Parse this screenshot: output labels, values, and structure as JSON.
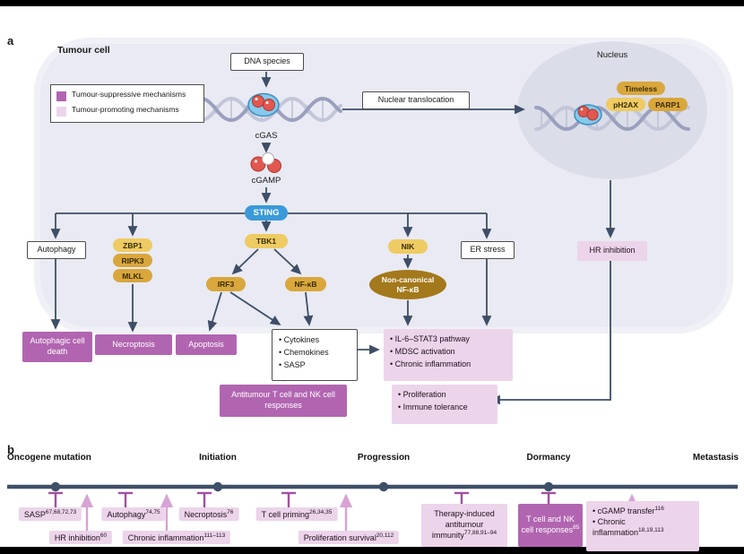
{
  "colors": {
    "tumour_suppressive_purple": "#b165b0",
    "tumour_promoting_pink": "#ecd4ea",
    "sting_blue": "#3a9ad9",
    "kinase_gold_light": "#eecb63",
    "kinase_gold_dark": "#d9a73c",
    "noncanonical_gold_deep": "#a3791b",
    "arrow_slate": "#3d4e66",
    "inhibit_connector_purple": "#a24fa2",
    "promote_connector_pink": "#d9a2d5"
  },
  "panel_a": {
    "panel_label": "a",
    "cell_title": "Tumour cell",
    "legend": {
      "suppressive_label": "Tumour-suppressive mechanisms",
      "promoting_label": "Tumour-promoting mechanisms"
    },
    "nodes": {
      "dna_species": "DNA species",
      "cgas": "cGAS",
      "nuclear_translocation": "Nuclear translocation",
      "nucleus": "Nucleus",
      "timeless": "Timeless",
      "ph2ax": "pH2AX",
      "parp1": "PARP1",
      "cgamp": "cGAMP",
      "sting": "STING",
      "autophagy": "Autophagy",
      "zbp1": "ZBP1",
      "ripk3": "RIPK3",
      "mlkl": "MLKL",
      "tbk1": "TBK1",
      "irf3": "IRF3",
      "nfkb": "NF-κB",
      "nik": "NIK",
      "noncanonical_nfkb_line1": "Non-canonical",
      "noncanonical_nfkb_line2": "NF-κB",
      "er_stress": "ER stress",
      "hr_inhibition": "HR inhibition"
    },
    "outcomes": {
      "autophagic_cell_death": "Autophagic cell death",
      "necroptosis": "Necroptosis",
      "apoptosis": "Apoptosis",
      "secreted_factors": [
        "• Cytokines",
        "• Chemokines",
        "• SASP"
      ],
      "antitumour_responses": "Antitumour T cell and NK cell responses",
      "protumour_signalling": [
        "• IL-6–STAT3 pathway",
        "• MDSC activation",
        "• Chronic inflammation"
      ],
      "protumour_outcomes": [
        "• Proliferation",
        "• Immune tolerance"
      ]
    }
  },
  "panel_b": {
    "panel_label": "b",
    "stages": [
      "Oncogene mutation",
      "Initiation",
      "Progression",
      "Dormancy",
      "Metastasis"
    ],
    "events": {
      "sasp": {
        "label": "SASP",
        "refs": "67,68,72,73"
      },
      "hr_inhibition": {
        "label": "HR inhibition",
        "refs": "60"
      },
      "autophagy": {
        "label": "Autophagy",
        "refs": "74,75"
      },
      "chronic_inflammation": {
        "label": "Chronic inflammation",
        "refs": "111–113"
      },
      "necroptosis": {
        "label": "Necroptosis",
        "refs": "76"
      },
      "t_cell_priming": {
        "label": "T cell priming",
        "refs": "26,34,35"
      },
      "proliferation_survival": {
        "label": "Proliferation survival",
        "refs": "20,112"
      },
      "therapy_induced_immunity": {
        "label": "Therapy-induced antitumour immunity",
        "refs": "77,88,91–94"
      },
      "t_and_nk_responses": {
        "label": "T cell and NK cell responses",
        "refs": "85"
      },
      "cgamp_transfer": {
        "label": "• cGAMP transfer",
        "refs": "116"
      },
      "chronic_inflammation_met": {
        "label": "• Chronic inflammation",
        "refs": "18,19,113"
      }
    }
  }
}
